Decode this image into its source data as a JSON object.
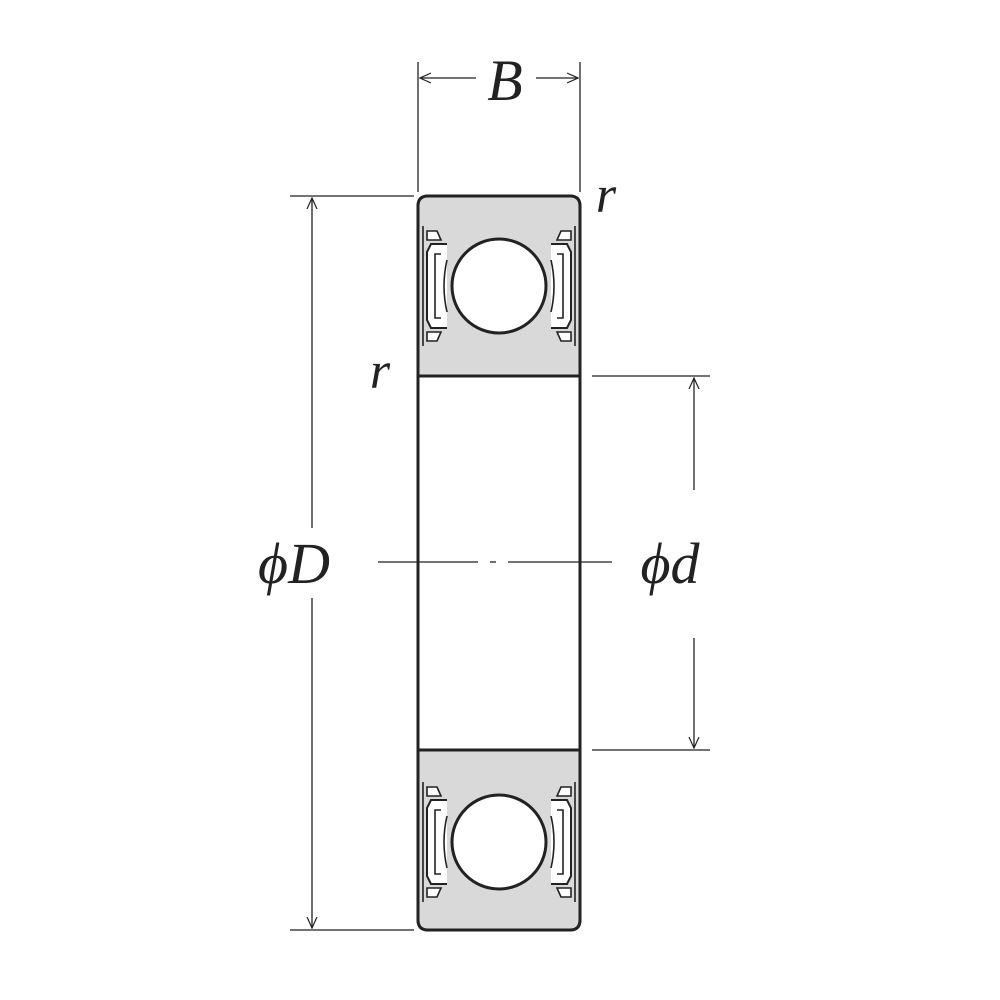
{
  "diagram": {
    "labels": {
      "width": "B",
      "corner_radius_top": "r",
      "corner_radius_side": "r",
      "outer_diameter": "ϕD",
      "inner_diameter": "ϕd"
    },
    "colors": {
      "line": "#222222",
      "ring_fill": "#d9d9d9",
      "background": "#ffffff"
    }
  }
}
